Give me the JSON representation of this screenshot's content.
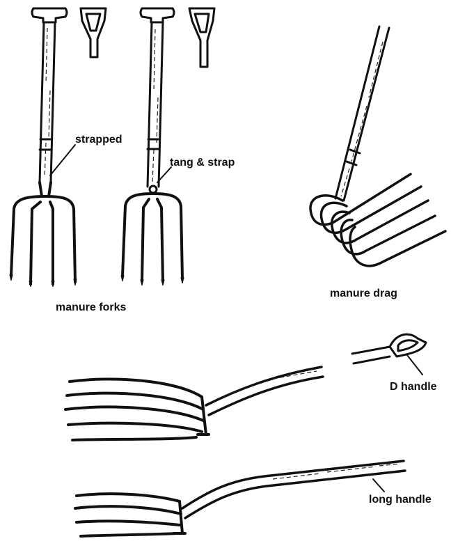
{
  "labels": {
    "strapped": "strapped",
    "tang_strap": "tang & strap",
    "manure_forks": "manure forks",
    "manure_drag": "manure drag",
    "d_handle": "D handle",
    "long_handle": "long handle"
  },
  "colors": {
    "ink": "#111111",
    "paper": "#ffffff"
  }
}
